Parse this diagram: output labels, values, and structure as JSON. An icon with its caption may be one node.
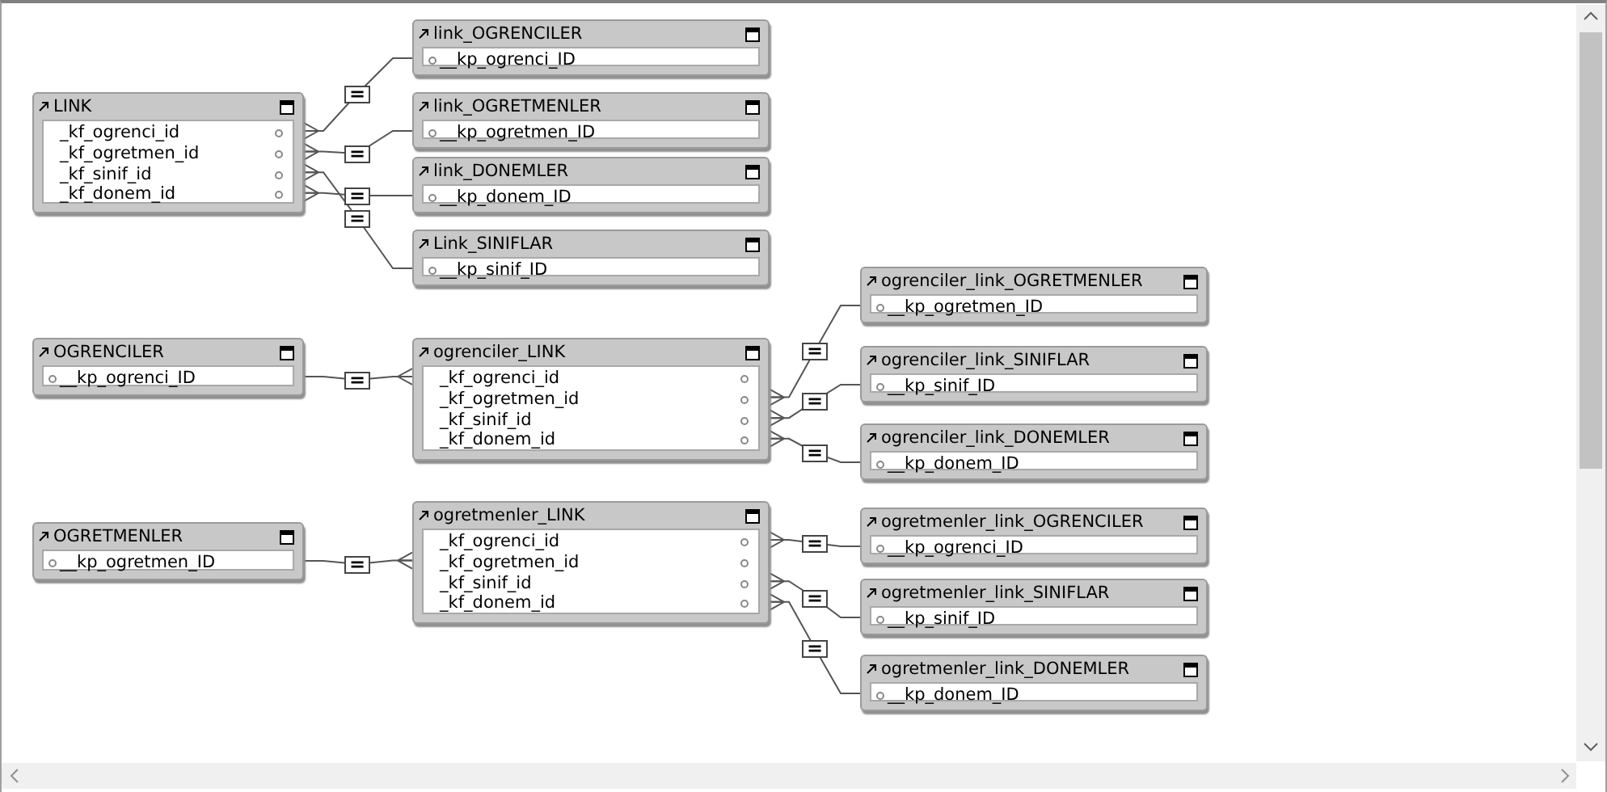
{
  "diagram": {
    "nodes": [
      {
        "text": [
          "LINK",
          "_kf_ogrenci_id",
          "_kf_ogretmen_id",
          "_kf_sinif_id",
          "_kf_donem_id"
        ]
      },
      {
        "text": [
          "link_OGRENCILER",
          "__kp_ogrenci_ID"
        ]
      },
      {
        "text": [
          "link_OGRETMENLER",
          "__kp_ogretmen_ID"
        ]
      },
      {
        "text": [
          "link_DONEMLER",
          "__kp_donem_ID"
        ]
      },
      {
        "text": [
          "Link_SINIFLAR",
          "__kp_sinif_ID"
        ]
      },
      {
        "text": [
          "OGRENCILER",
          "__kp_ogrenci_ID"
        ]
      },
      {
        "text": [
          "ogrenciler_LINK",
          "_kf_ogrenci_id",
          "_kf_ogretmen_id",
          "_kf_sinif_id",
          "_kf_donem_id"
        ]
      },
      {
        "text": [
          "ogrenciler_link_OGRETMENLER",
          "__kp_ogretmen_ID"
        ]
      },
      {
        "text": [
          "ogrenciler_link_SINIFLAR",
          "__kp_sinif_ID"
        ]
      },
      {
        "text": [
          "ogrenciler_link_DONEMLER",
          "__kp_donem_ID"
        ]
      },
      {
        "text": [
          "OGRETMENLER",
          "__kp_ogretmen_ID"
        ]
      },
      {
        "text": [
          "ogretmenler_LINK",
          "_kf_ogrenci_id",
          "_kf_ogretmen_id",
          "_kf_sinif_id",
          "_kf_donem_id"
        ]
      },
      {
        "text": [
          "ogretmenler_link_OGRENCILER",
          "__kp_ogrenci_ID"
        ]
      },
      {
        "text": [
          "ogretmenler_link_SINIFLAR",
          "__kp_sinif_ID"
        ]
      },
      {
        "text": [
          "ogretmenler_link_DONEMLER",
          "__kp_donem_ID"
        ]
      }
    ],
    "edges": [
      {
        "from": 0,
        "to": 1,
        "arrow": "other",
        "label": "="
      },
      {
        "from": 0,
        "to": 2,
        "arrow": "other",
        "label": "="
      },
      {
        "from": 0,
        "to": 3,
        "arrow": "other",
        "label": "="
      },
      {
        "from": 0,
        "to": 4,
        "arrow": "other",
        "label": "="
      },
      {
        "from": 6,
        "to": 5,
        "arrow": "other",
        "label": "="
      },
      {
        "from": 6,
        "to": 7,
        "arrow": "other",
        "label": "="
      },
      {
        "from": 6,
        "to": 8,
        "arrow": "other",
        "label": "="
      },
      {
        "from": 6,
        "to": 9,
        "arrow": "other",
        "label": "="
      },
      {
        "from": 11,
        "to": 10,
        "arrow": "other",
        "label": "="
      },
      {
        "from": 11,
        "to": 12,
        "arrow": "other",
        "label": "="
      },
      {
        "from": 11,
        "to": 13,
        "arrow": "other",
        "label": "="
      },
      {
        "from": 11,
        "to": 14,
        "arrow": "other",
        "label": "="
      }
    ]
  }
}
